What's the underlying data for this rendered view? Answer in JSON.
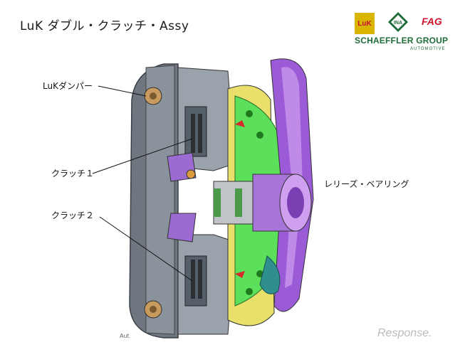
{
  "title": "LuK ダブル・クラッチ・Assy",
  "logos": {
    "luk": "LuK",
    "ina": "INA",
    "fag": "FAG",
    "schaeffler": "SCHAEFFLER GROUP",
    "automotive": "AUTOMOTIVE"
  },
  "labels": {
    "damper": "LuKダンパー",
    "clutch1": "クラッチ１",
    "clutch2": "クラッチ２",
    "release_bearing": "レリーズ・ベアリング"
  },
  "footer_small": "Aut",
  "watermark": "Response."
}
